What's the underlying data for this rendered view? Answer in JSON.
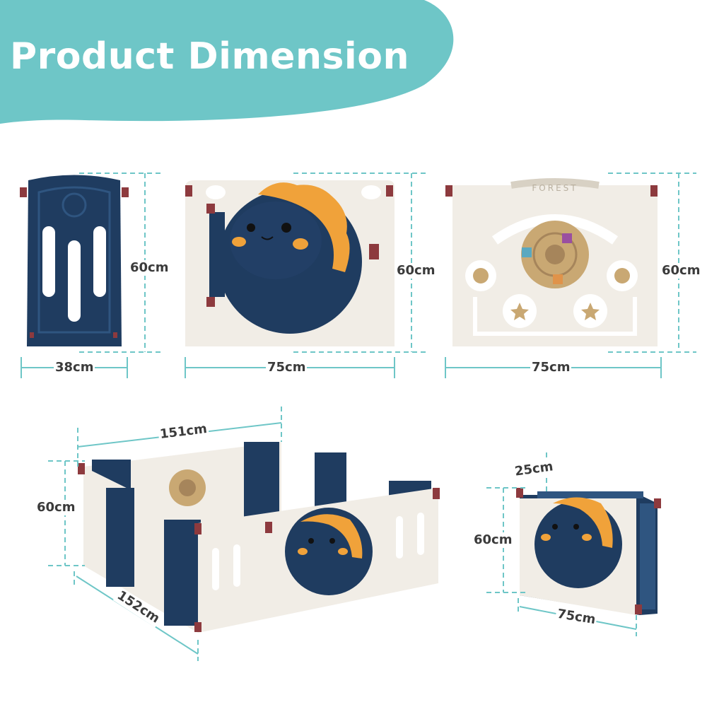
{
  "title": "Product Dimension",
  "colors": {
    "banner": "#6ec6c7",
    "panel_blue": "#1f3c60",
    "panel_cream": "#f1ede6",
    "dino_orange": "#f0a23a",
    "lock_red": "#8d3a3e",
    "dimension_line": "#6ec6c7"
  },
  "panels": {
    "narrow": {
      "height": "60cm",
      "width": "38cm"
    },
    "door": {
      "height": "60cm",
      "width": "75cm"
    },
    "activity": {
      "height": "60cm",
      "width": "75cm",
      "emboss_text": "FOREST"
    }
  },
  "assembled": {
    "length": "151cm",
    "width": "152cm",
    "height": "60cm"
  },
  "folded": {
    "depth": "25cm",
    "height": "60cm",
    "width": "75cm"
  }
}
